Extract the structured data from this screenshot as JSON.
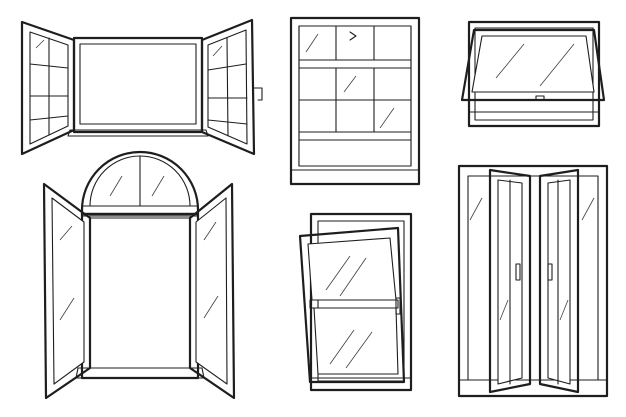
{
  "scene": {
    "ink_color": "#1e1e1e",
    "background_color": "#ffffff",
    "windows": [
      {
        "id": "open-casement-window"
      },
      {
        "id": "sash-window"
      },
      {
        "id": "awning-window"
      },
      {
        "id": "arched-casement-window"
      },
      {
        "id": "tilt-turn-window"
      },
      {
        "id": "double-door-window"
      }
    ]
  }
}
